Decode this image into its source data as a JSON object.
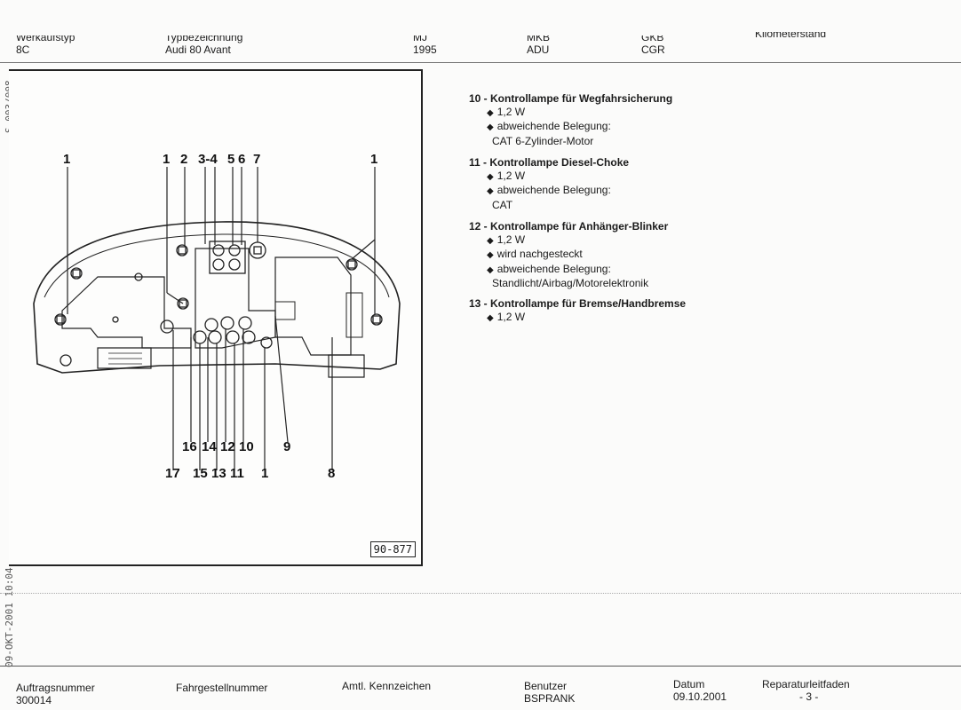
{
  "header": {
    "col1": {
      "label": "Werkaufstyp",
      "value": "8C"
    },
    "col2": {
      "label": "Typbezeichnung",
      "value": "Audi 80 Avant"
    },
    "col3": {
      "label": "MJ",
      "value": "1995"
    },
    "col4": {
      "label": "MKB",
      "value": "ADU"
    },
    "col5": {
      "label": "GKB",
      "value": "CGR"
    },
    "col6": {
      "label": "Kilometerstand",
      "value": ""
    }
  },
  "side": {
    "top": "S.003/008",
    "bottom": "09-OKT-2001  10:04"
  },
  "figure": {
    "number": "90-877",
    "labels_top": [
      "1",
      "1",
      "2",
      "3-4",
      "5",
      "6",
      "7",
      "1"
    ],
    "labels_bottom_row1": [
      "16",
      "14",
      "12",
      "10",
      "9"
    ],
    "labels_bottom_row2": [
      "17",
      "15",
      "13",
      "11",
      "1",
      "8"
    ]
  },
  "descriptions": [
    {
      "title": "10 - Kontrollampe für Wegfahrsicherung",
      "lines": [
        {
          "b": true,
          "t": "1,2 W"
        },
        {
          "b": true,
          "t": "abweichende Belegung:"
        },
        {
          "b": false,
          "t": "CAT 6-Zylinder-Motor"
        }
      ]
    },
    {
      "title": "11 - Kontrollampe Diesel-Choke",
      "lines": [
        {
          "b": true,
          "t": "1,2 W"
        },
        {
          "b": true,
          "t": "abweichende Belegung:"
        },
        {
          "b": false,
          "t": "CAT"
        }
      ]
    },
    {
      "title": "12 - Kontrollampe für Anhänger-Blinker",
      "lines": [
        {
          "b": true,
          "t": "1,2 W"
        },
        {
          "b": true,
          "t": "wird nachgesteckt"
        },
        {
          "b": true,
          "t": "abweichende Belegung:"
        },
        {
          "b": false,
          "t": "Standlicht/Airbag/Motorelektronik"
        }
      ]
    },
    {
      "title": "13 - Kontrollampe für Bremse/Handbremse",
      "lines": [
        {
          "b": true,
          "t": "1,2 W"
        }
      ]
    }
  ],
  "footer": {
    "auftrag": {
      "label": "Auftragsnummer",
      "value": "300014"
    },
    "fahrgestell": {
      "label": "Fahrgestellnummer",
      "value": ""
    },
    "kennzeichen": {
      "label": "Amtl. Kennzeichen",
      "value": ""
    },
    "benutzer": {
      "label": "Benutzer",
      "value": "BSPRANK"
    },
    "datum": {
      "label": "Datum",
      "value": "09.10.2001"
    },
    "leitfaden": {
      "label": "Reparaturleitfaden",
      "value": "- 3 -"
    }
  }
}
